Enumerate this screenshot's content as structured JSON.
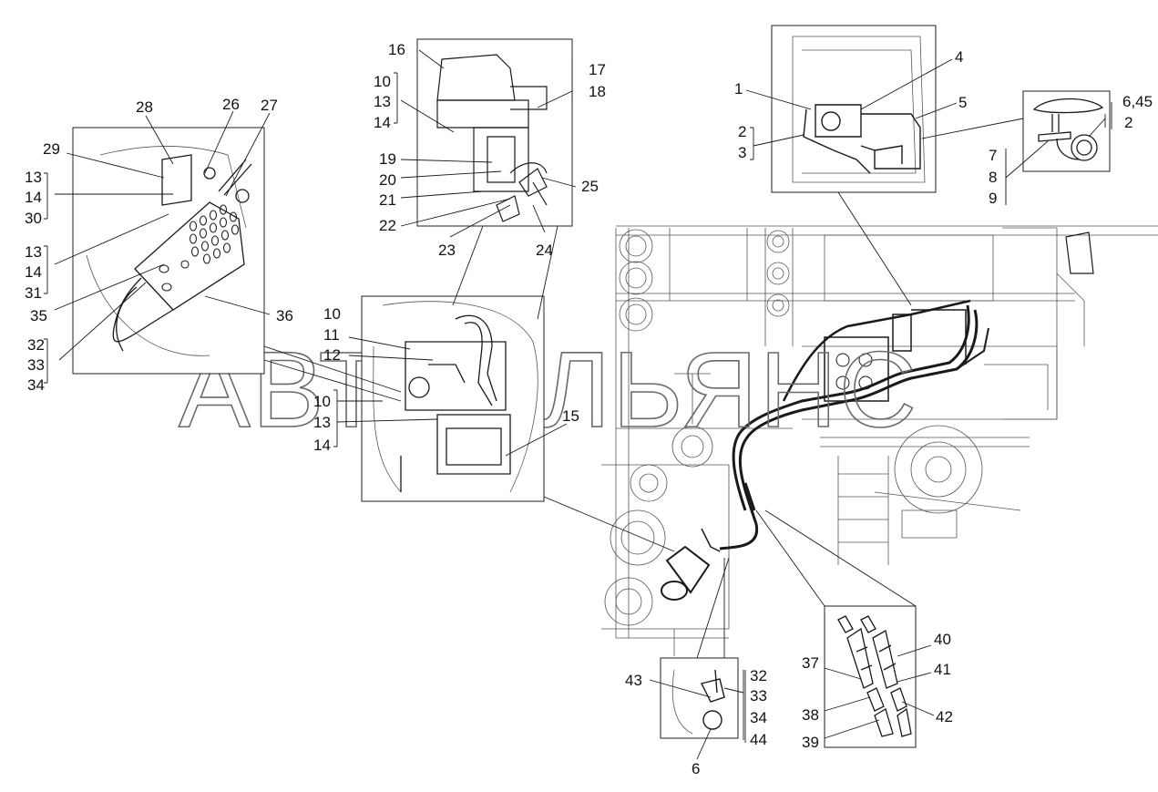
{
  "watermark": "АВТОАЛЬЯНС",
  "labels": {
    "l16": "16",
    "l17": "17",
    "l18": "18",
    "l10a": "10",
    "l13a": "13",
    "l14a": "14",
    "l19": "19",
    "l20": "20",
    "l21": "21",
    "l22": "22",
    "l23": "23",
    "l24": "24",
    "l25": "25",
    "l28": "28",
    "l26": "26",
    "l27": "27",
    "l29": "29",
    "l13b": "13",
    "l14b": "14",
    "l30": "30",
    "l13c": "13",
    "l14c": "14",
    "l31": "31",
    "l35": "35",
    "l36": "36",
    "l32a": "32",
    "l33a": "33",
    "l34a": "34",
    "l10b": "10",
    "l11": "11",
    "l12": "12",
    "l10c": "10",
    "l13d": "13",
    "l14d": "14",
    "l15": "15",
    "l1": "1",
    "l4": "4",
    "l5": "5",
    "l2a": "2",
    "l3": "3",
    "l645": "6,45",
    "l2b": "2",
    "l7": "7",
    "l8": "8",
    "l9": "9",
    "l43": "43",
    "l32b": "32",
    "l33b": "33",
    "l34b": "34",
    "l44": "44",
    "l6": "6",
    "l37": "37",
    "l38": "38",
    "l39": "39",
    "l40": "40",
    "l41": "41",
    "l42": "42"
  }
}
